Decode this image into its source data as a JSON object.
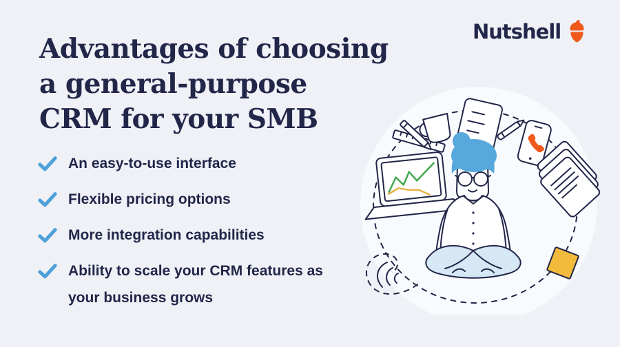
{
  "colors": {
    "background": "#eff1f6",
    "halo": "#f8fafd",
    "navy": "#222649",
    "check_blue": "#4da0d9",
    "hair_blue": "#57a8dc",
    "legs_blue": "#d6e7f5",
    "chart_green": "#42a84f",
    "chart_yellow": "#e9b143",
    "orange": "#ef5a1c",
    "sticky_yellow": "#f3bb3c"
  },
  "header": {
    "logo_text": "Nutshell"
  },
  "title": {
    "line1": "Advantages of choosing",
    "line2": "a general-purpose",
    "line3": "CRM for your SMB"
  },
  "checklist": {
    "items": [
      "An easy-to-use interface",
      "Flexible pricing options",
      "More integration capabilities",
      "Ability to scale your CRM features as your business grows"
    ]
  },
  "illustration": {
    "description": "Person with blue hair meditating cross-legged inside a dashed circle of office items",
    "icons": [
      "laptop-chart-icon",
      "ruler-icon",
      "pencil-icon",
      "coffee-mug-icon",
      "document-icon",
      "pen-icon",
      "smartphone-call-icon",
      "paper-stack-icon",
      "sticky-note-icon",
      "signal-arcs-icon",
      "acorn-icon",
      "checkmark-icon"
    ]
  }
}
